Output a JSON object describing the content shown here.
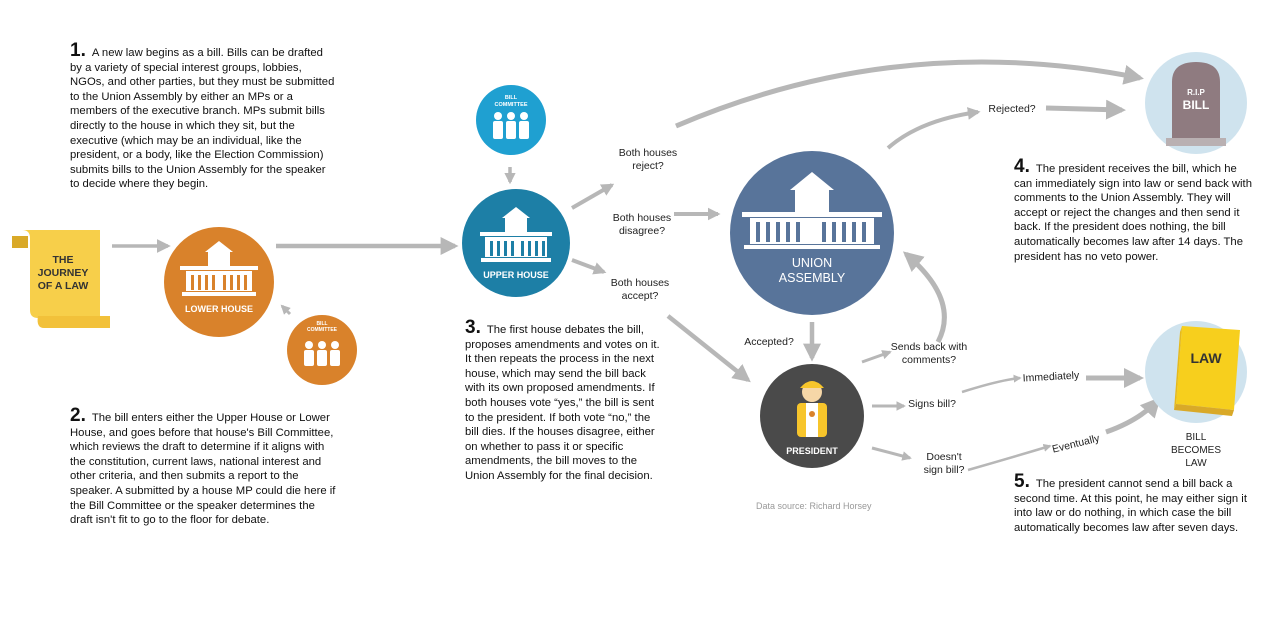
{
  "scroll": {
    "title": "THE JOURNEY OF A LAW"
  },
  "nodes": {
    "lower_house": "LOWER HOUSE",
    "upper_house": "UPPER HOUSE",
    "union_assembly": "UNION ASSEMBLY",
    "president": "PRESIDENT",
    "bill_committee": "BILL COMMITTEE",
    "tombstone_top": "R.I.P",
    "tombstone_bottom": "BILL",
    "law_book": "LAW",
    "law_outcome": "BILL BECOMES LAW"
  },
  "edges": {
    "both_reject": "Both houses reject?",
    "both_disagree": "Both houses disagree?",
    "both_accept": "Both houses accept?",
    "rejected": "Rejected?",
    "accepted": "Accepted?",
    "sends_back": "Sends back with comments?",
    "signs": "Signs bill?",
    "doesnt_sign": "Doesn't sign bill?",
    "immediately": "Immediately",
    "eventually": "Eventually"
  },
  "steps": [
    {
      "num": "1.",
      "text": "A new law begins as a bill. Bills can be drafted by a variety of special interest groups, lobbies, NGOs, and other parties, but they must be submitted to the Union Assembly by either an MPs or a members of the executive branch. MPs submit bills directly to the house in which they sit, but the executive (which may be an individual, like the president, or a body, like the Election Commission) submits bills to the Union Assembly for the speaker to decide where they begin."
    },
    {
      "num": "2.",
      "text": "The bill enters either the Upper House or Lower House, and goes before that house's Bill Committee, which reviews the draft to determine if it aligns with the constitution, current laws, national interest and other criteria, and then submits a report to the speaker. A submitted by a house MP could die here if the Bill Committee or the speaker determines the draft isn't fit to go to the floor for debate."
    },
    {
      "num": "3.",
      "text": "The first house debates the bill, proposes amendments and votes on it. It then repeats the process in the next house, which may send the bill back with its own proposed amendments. If both houses vote “yes,” the bill is sent to the president. If both vote “no,” the bill dies. If the houses disagree, either on whether to pass it or specific amendments, the bill moves to the Union Assembly for the final decision."
    },
    {
      "num": "4.",
      "text": "The president receives the bill, which he can immediately sign into law or send back with comments to the Union Assembly. They will accept or reject the changes and then send it back. If the president does nothing, the bill automatically becomes law after 14 days. The president has no veto power."
    },
    {
      "num": "5.",
      "text": "The president cannot send a bill back a second time. At this point, he may either sign it into law or do nothing, in which case the bill automatically becomes law after seven days."
    }
  ],
  "source": "Data source: Richard Horsey",
  "colors": {
    "orange": "#d9822b",
    "teal": "#1d7fa6",
    "slate": "#58749a",
    "dark": "#4a4a4a",
    "light_blue": "#cfe3ee",
    "arrow": "#b7b7b7",
    "scroll": "#f7cf4a"
  }
}
